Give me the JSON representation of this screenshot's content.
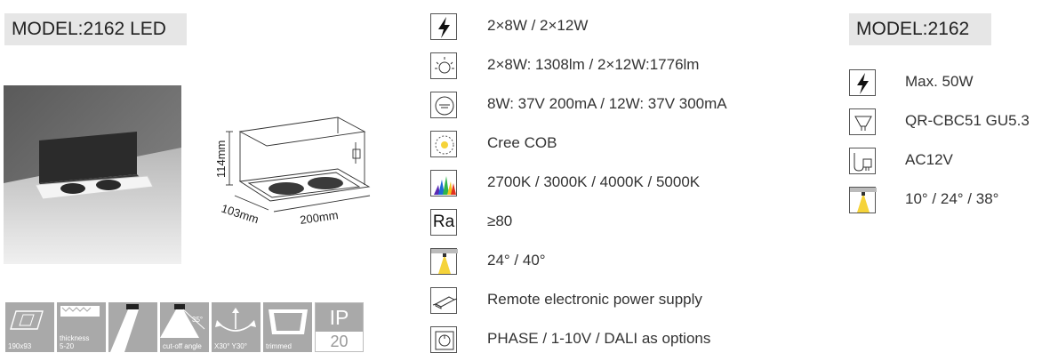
{
  "model_left": {
    "label": "MODEL:2162 LED"
  },
  "model_right": {
    "label": "MODEL:2162"
  },
  "dimensions": {
    "height": "114mm",
    "depth": "103mm",
    "width": "200mm"
  },
  "features": [
    {
      "name": "cutout",
      "caption": "190x93"
    },
    {
      "name": "ceiling-thickness",
      "caption": "thickness\n5-20"
    },
    {
      "name": "beam-angle",
      "caption": ""
    },
    {
      "name": "cut-off-angle",
      "caption": "cut-off angle",
      "angle_label": "35°"
    },
    {
      "name": "adjustable",
      "caption": "X30° Y30°"
    },
    {
      "name": "trimmed",
      "caption": "trimmed"
    },
    {
      "name": "ip-rating",
      "top": "IP",
      "value": "20"
    }
  ],
  "specs": [
    {
      "icon": "lightning-icon",
      "text": "2×8W / 2×12W"
    },
    {
      "icon": "lumen-icon",
      "text": "2×8W: 1308lm / 2×12W:1776lm"
    },
    {
      "icon": "driver-icon",
      "text": "8W: 37V 200mA / 12W: 37V 300mA"
    },
    {
      "icon": "cob-icon",
      "text": "Cree  COB"
    },
    {
      "icon": "spectrum-icon",
      "text": "2700K / 3000K / 4000K / 5000K"
    },
    {
      "icon": "ra-icon",
      "icon_text": "Ra",
      "text": "≥80"
    },
    {
      "icon": "beam-angle-icon",
      "text": "24° / 40°"
    },
    {
      "icon": "power-supply-icon",
      "text": "Remote electronic power supply"
    },
    {
      "icon": "dimming-icon",
      "text": "PHASE / 1-10V / DALI  as options"
    }
  ],
  "specs_right": [
    {
      "icon": "lightning-icon",
      "text": "Max. 50W"
    },
    {
      "icon": "mr16-lamp-icon",
      "text": "QR-CBC51  GU5.3"
    },
    {
      "icon": "plug-icon",
      "text": "AC12V"
    },
    {
      "icon": "beam-angle-icon",
      "text": "10° / 24° / 38°"
    }
  ],
  "colors": {
    "model_bg": "#e6e6e6",
    "feature_bg": "#a9a9a9",
    "beam_yellow": "#f5d33a"
  }
}
